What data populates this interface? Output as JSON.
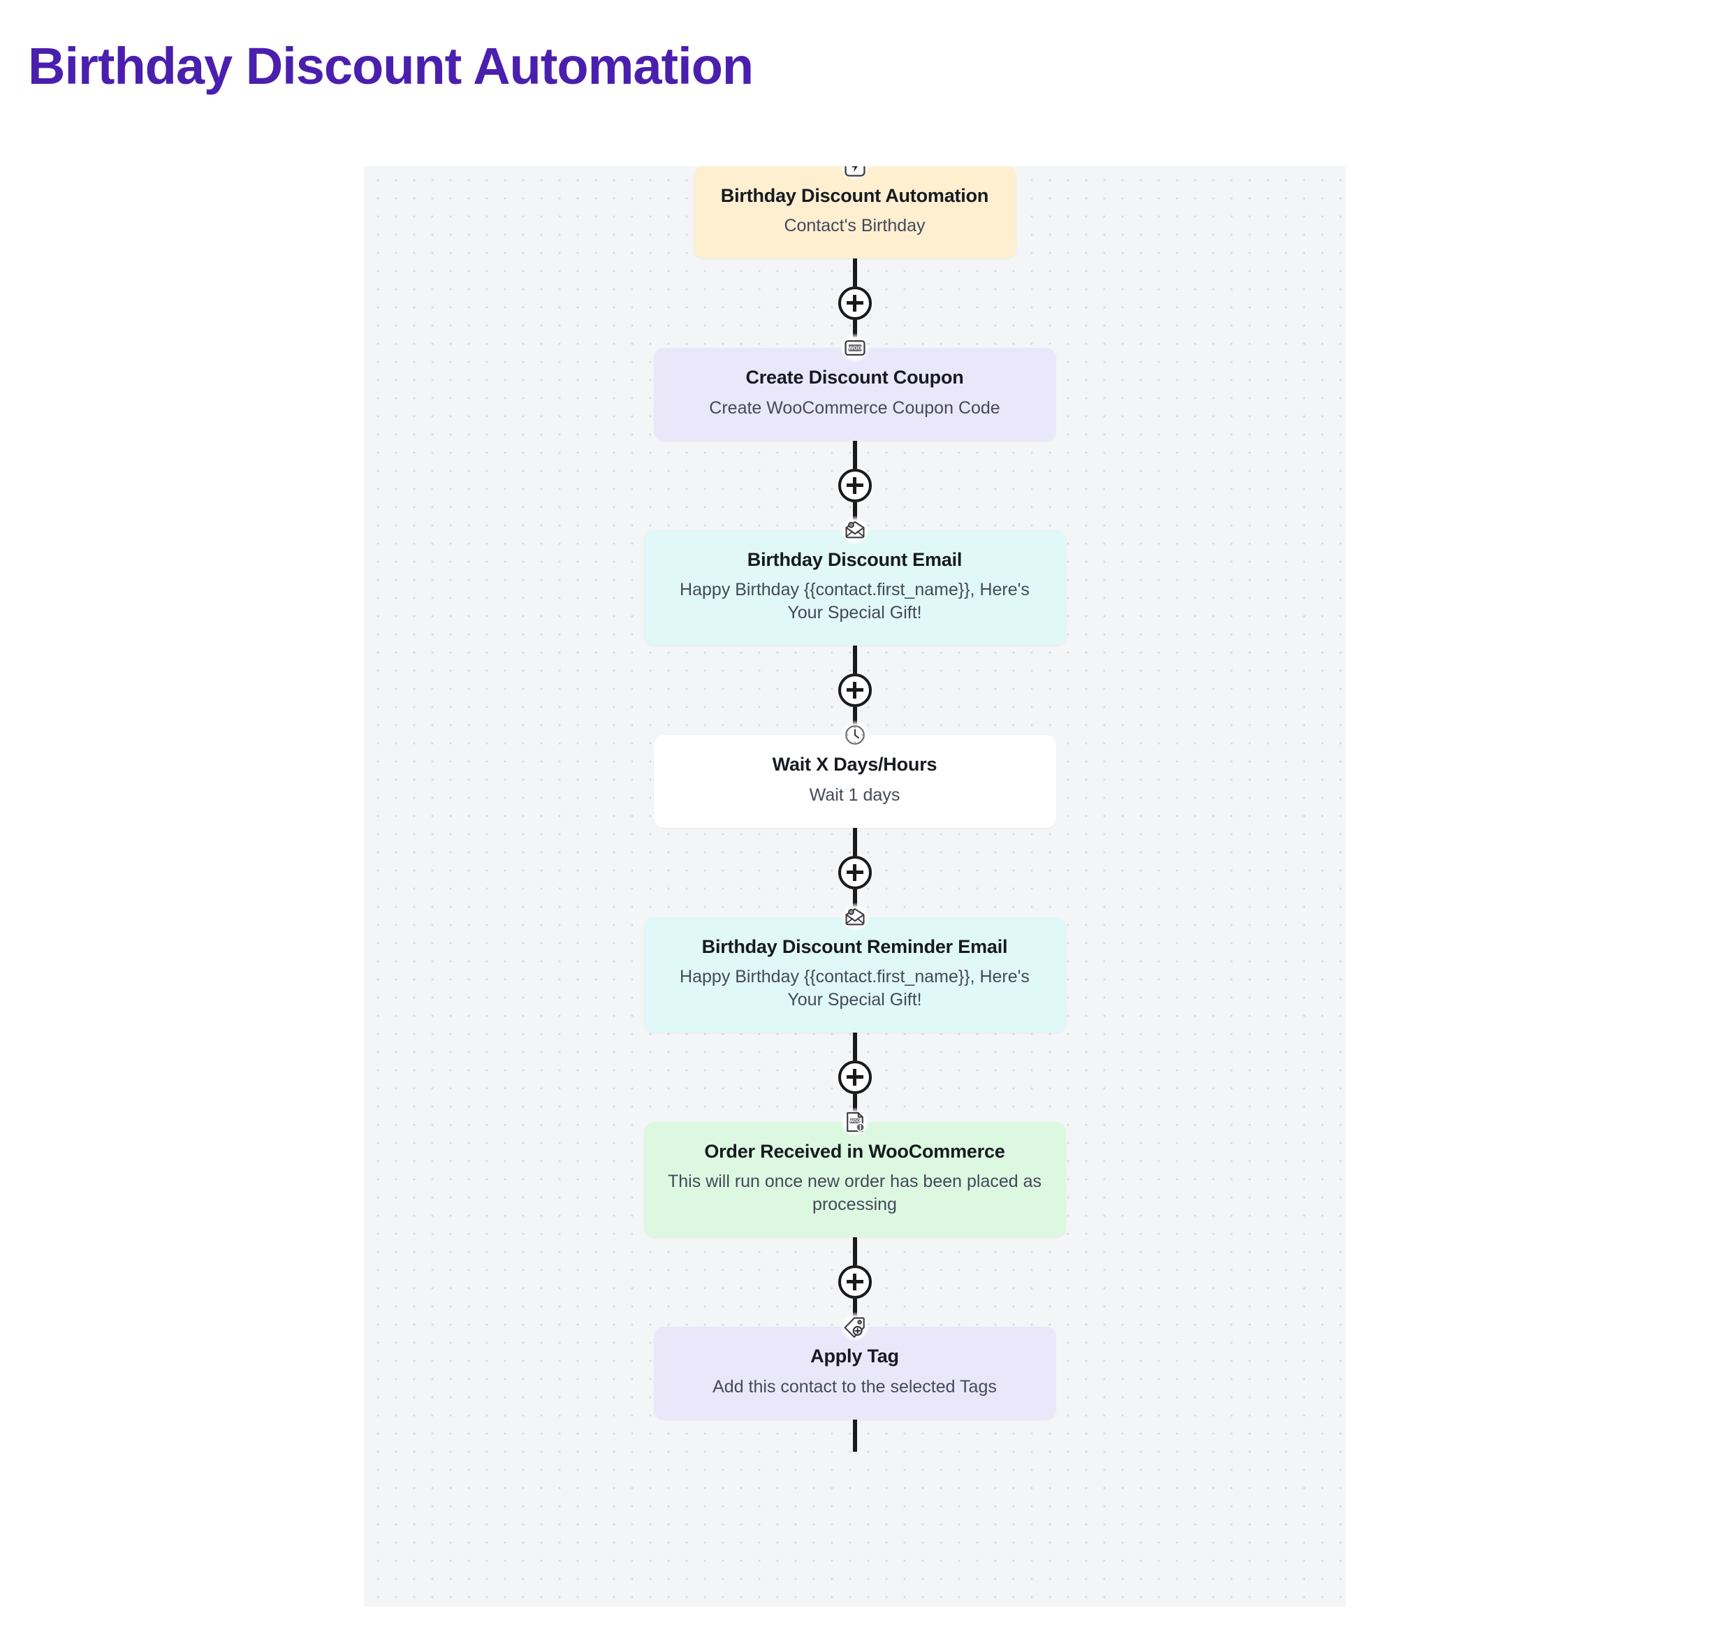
{
  "page": {
    "title": "Birthday Discount Automation",
    "title_color": "#4a1fae",
    "canvas_bg": "#f4f5f7"
  },
  "connector": {
    "add_step_label": "+",
    "icon": "plus-icon"
  },
  "flow": {
    "nodes": [
      {
        "id": "trigger",
        "icon": "lightning-bolt-icon",
        "title": "Birthday Discount Automation",
        "subtitle": "Contact's Birthday",
        "color": "#fdefd0"
      },
      {
        "id": "create-coupon",
        "icon": "woocommerce-coupon-icon",
        "title": "Create Discount Coupon",
        "subtitle": "Create WooCommerce Coupon Code",
        "color": "#ebe7fb"
      },
      {
        "id": "discount-email",
        "icon": "send-email-icon",
        "title": "Birthday Discount Email",
        "subtitle": "Happy Birthday {{contact.first_name}}, Here's Your Special Gift!",
        "color": "#e0f8f7"
      },
      {
        "id": "wait",
        "icon": "clock-icon",
        "title": "Wait X Days/Hours",
        "subtitle": "Wait 1 days",
        "color": "#ffffff"
      },
      {
        "id": "reminder-email",
        "icon": "send-email-icon",
        "title": "Birthday Discount Reminder Email",
        "subtitle": "Happy Birthday {{contact.first_name}}, Here's Your Special Gift!",
        "color": "#e0f8f7"
      },
      {
        "id": "order-received",
        "icon": "woocommerce-order-icon",
        "title": "Order Received in WooCommerce",
        "subtitle": "This will run once new order has been placed as processing",
        "color": "#ddf8e1"
      },
      {
        "id": "apply-tag",
        "icon": "tag-plus-icon",
        "title": "Apply Tag",
        "subtitle": "Add this contact to the selected Tags",
        "color": "#ebe7fb"
      }
    ]
  }
}
